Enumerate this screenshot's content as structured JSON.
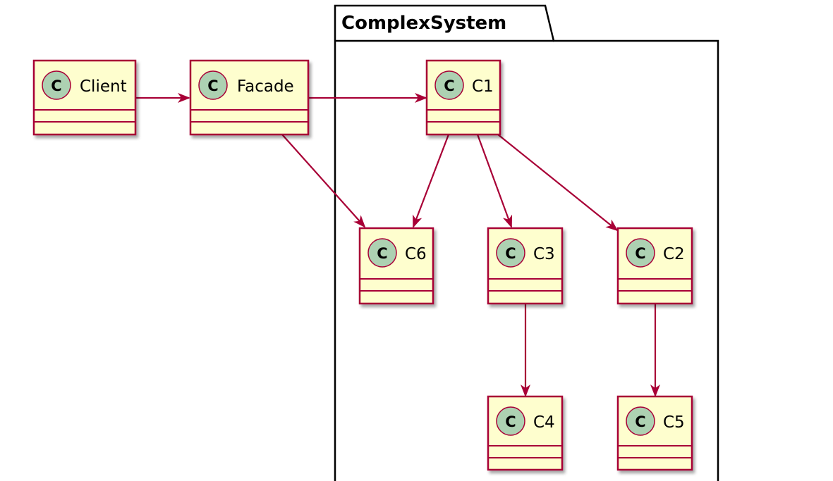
{
  "package": {
    "name": "ComplexSystem"
  },
  "stereotype_letter": "C",
  "colors": {
    "class_fill": "#FEFECE",
    "class_border": "#A80036",
    "arrow": "#A80036",
    "stereotype_circle": "#ADD1B2",
    "package_border": "#000000"
  },
  "classes": {
    "client": "Client",
    "facade": "Facade",
    "c1": "C1",
    "c2": "C2",
    "c3": "C3",
    "c4": "C4",
    "c5": "C5",
    "c6": "C6"
  },
  "relations": [
    {
      "from": "Client",
      "to": "Facade"
    },
    {
      "from": "Facade",
      "to": "C1"
    },
    {
      "from": "Facade",
      "to": "C6"
    },
    {
      "from": "C1",
      "to": "C6"
    },
    {
      "from": "C1",
      "to": "C3"
    },
    {
      "from": "C1",
      "to": "C2"
    },
    {
      "from": "C3",
      "to": "C4"
    },
    {
      "from": "C2",
      "to": "C5"
    }
  ]
}
